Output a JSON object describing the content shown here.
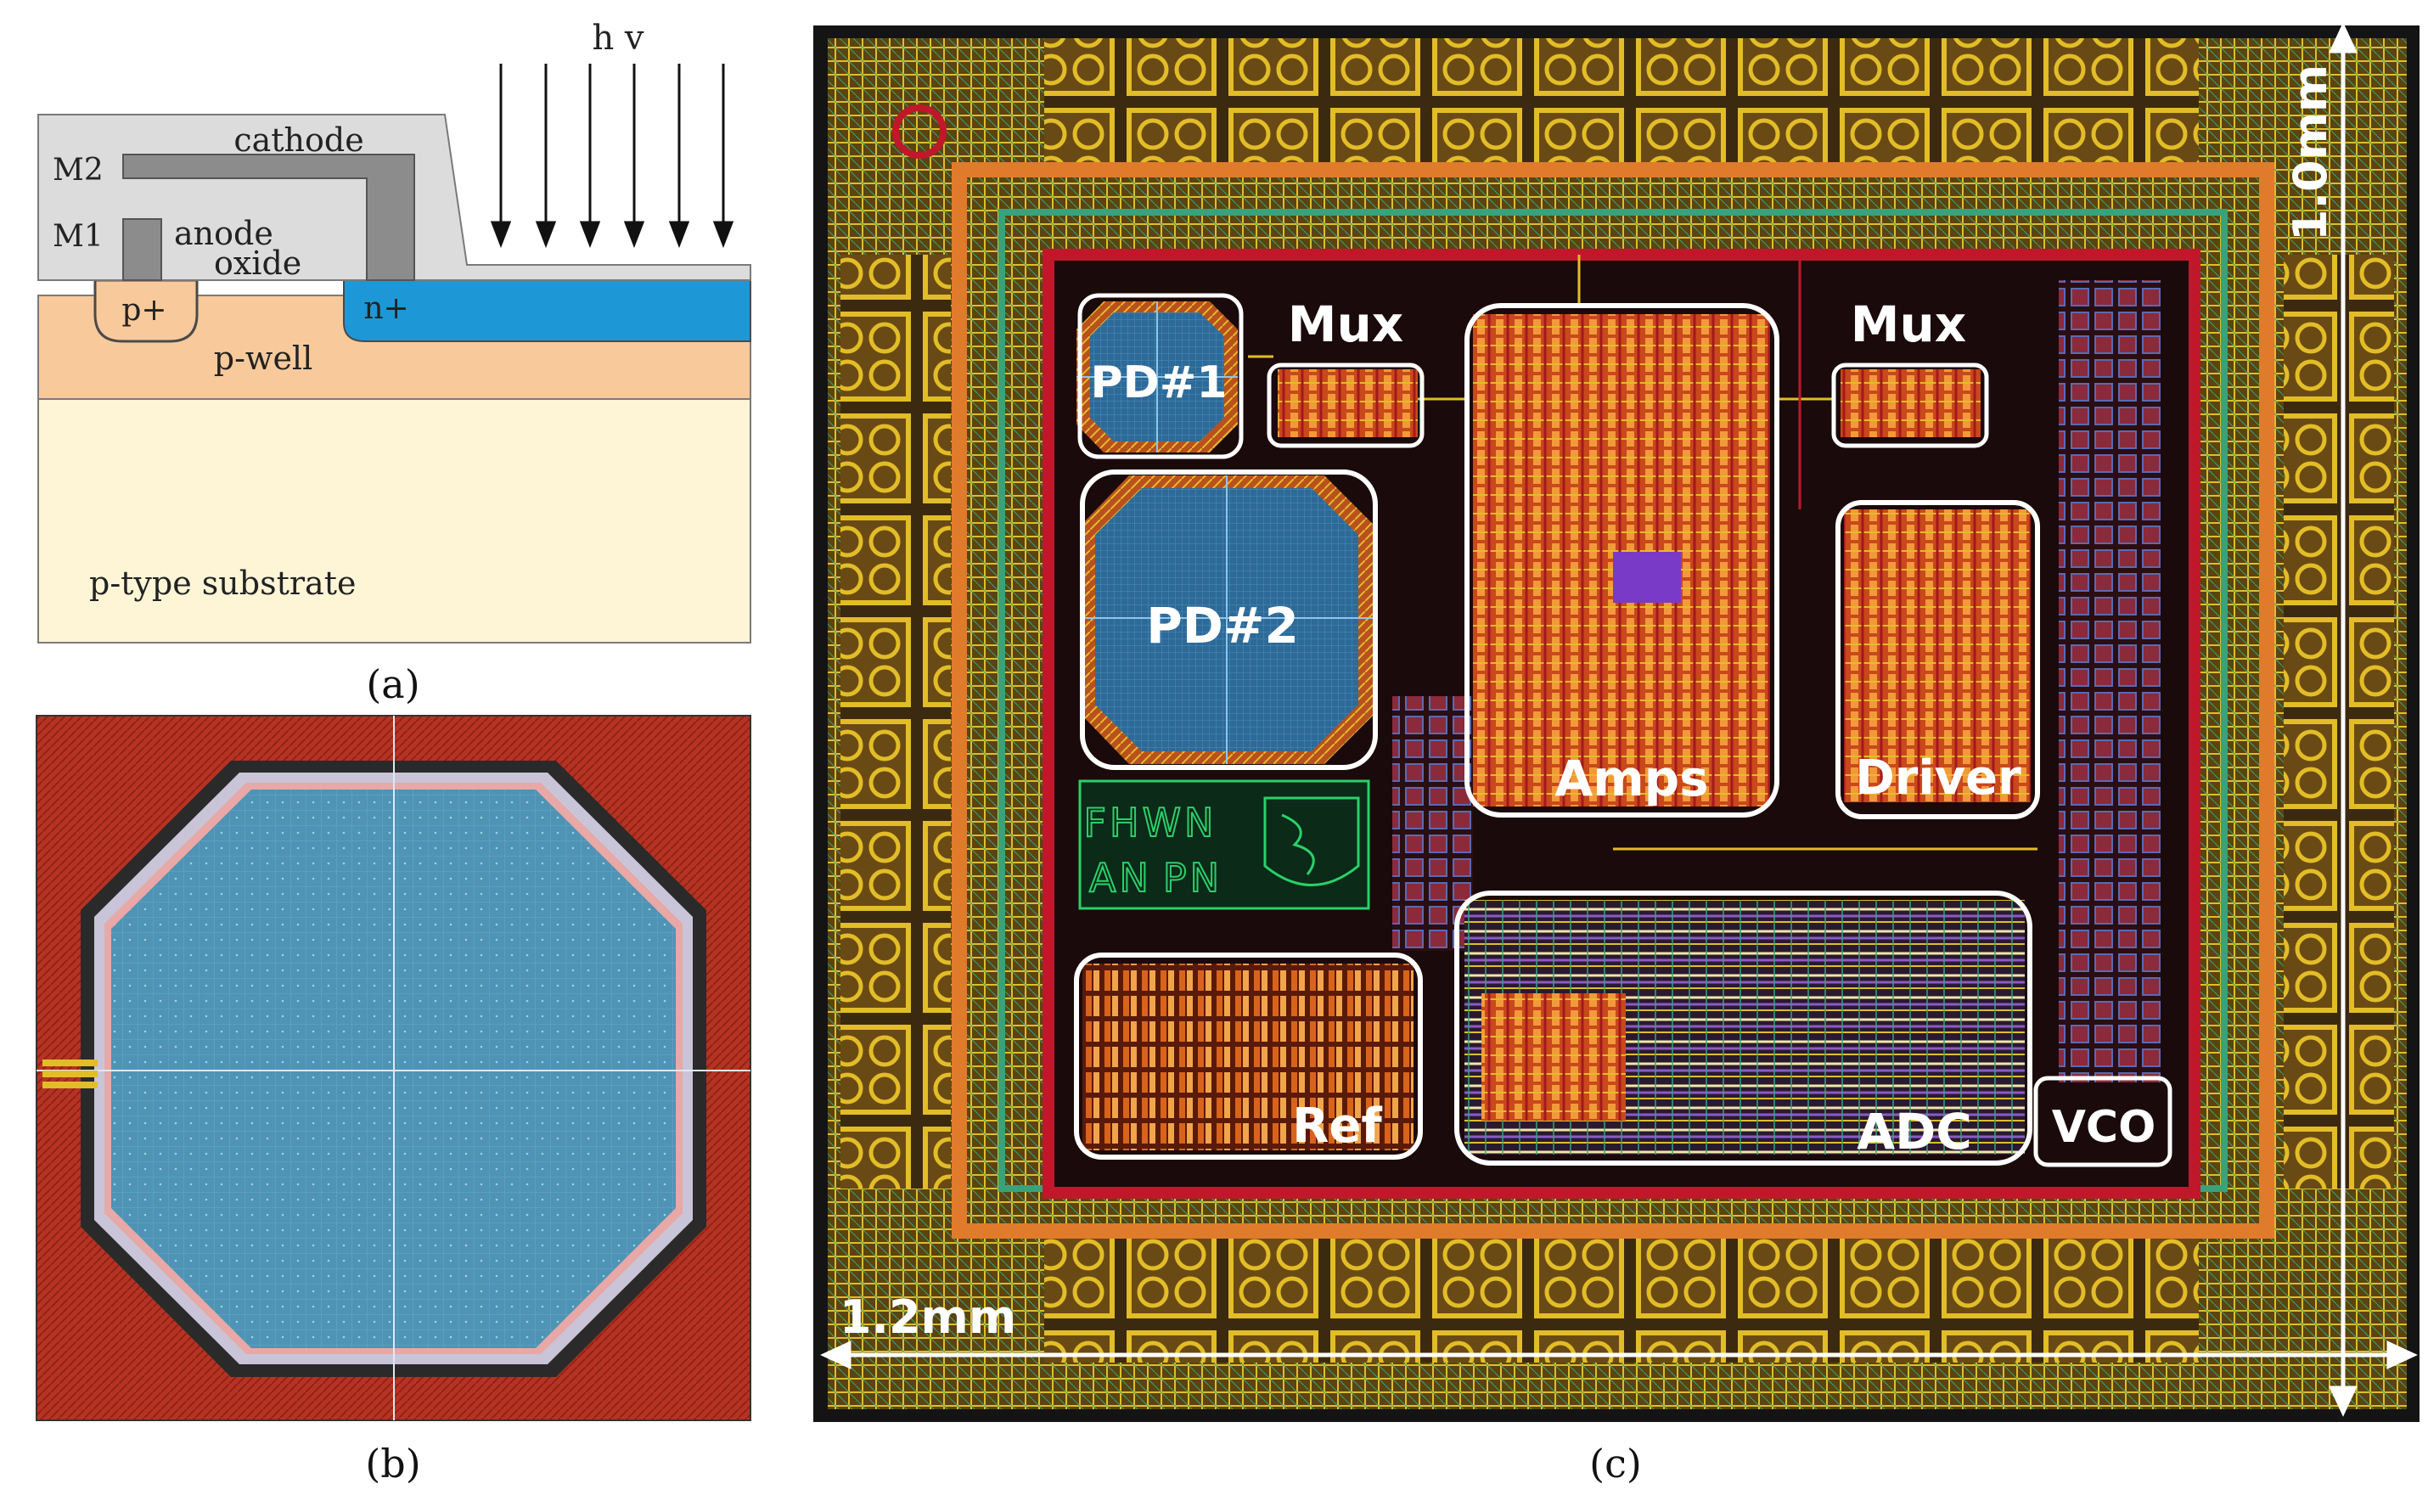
{
  "panel_a": {
    "caption": "(a)",
    "hv": "h v",
    "cathode": "cathode",
    "m2": "M2",
    "m1": "M1",
    "anode": "anode",
    "oxide": "oxide",
    "p_plus": "p+",
    "n_plus": "n+",
    "p_well": "p-well",
    "substrate": "p-type substrate"
  },
  "panel_b": {
    "caption": "(b)"
  },
  "panel_c": {
    "caption": "(c)",
    "width_dim": "1.2mm",
    "height_dim": "1.0mm",
    "logo_text": [
      "FHWN",
      "AN",
      "PN"
    ],
    "blocks": {
      "pd1": "PD#1",
      "pd2": "PD#2",
      "mux_left": "Mux",
      "mux_right": "Mux",
      "amps": "Amps",
      "driver": "Driver",
      "ref": "Ref",
      "adc": "ADC",
      "vco": "VCO"
    }
  },
  "colors": {
    "oxide": "#dcdcdc",
    "metal": "#8c8c8c",
    "pwell": "#f8c99a",
    "substrate": "#fdf5d6",
    "nplus": "#1d97d6",
    "pd_red": "#b63323",
    "pd_blue": "#4f93b5",
    "die_bg": "#1a0c0c",
    "accent_yellow": "#e2bd27",
    "accent_orange": "#e07b2c"
  }
}
